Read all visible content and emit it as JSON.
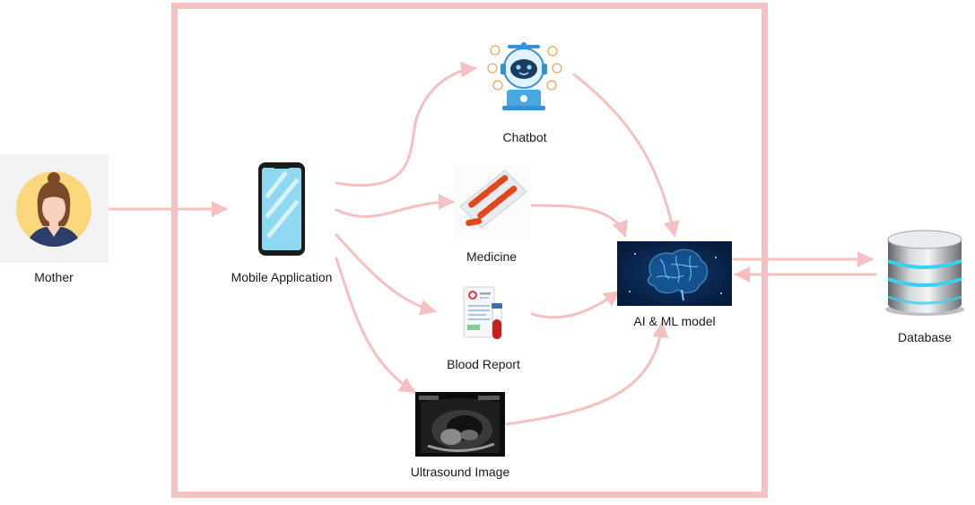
{
  "diagram": {
    "nodes": {
      "mother": {
        "label": "Mother"
      },
      "mobile_app": {
        "label": "Mobile Application"
      },
      "chatbot": {
        "label": "Chatbot"
      },
      "medicine": {
        "label": "Medicine"
      },
      "blood_report": {
        "label": "Blood Report"
      },
      "ultrasound": {
        "label": "Ultrasound Image"
      },
      "ai_model": {
        "label": "AI & ML model"
      },
      "database": {
        "label": "Database"
      }
    },
    "edges": [
      {
        "from": "mother",
        "to": "mobile_app"
      },
      {
        "from": "mobile_app",
        "to": "chatbot"
      },
      {
        "from": "mobile_app",
        "to": "medicine"
      },
      {
        "from": "mobile_app",
        "to": "blood_report"
      },
      {
        "from": "mobile_app",
        "to": "ultrasound"
      },
      {
        "from": "chatbot",
        "to": "ai_model"
      },
      {
        "from": "medicine",
        "to": "ai_model"
      },
      {
        "from": "blood_report",
        "to": "ai_model"
      },
      {
        "from": "ultrasound",
        "to": "ai_model"
      },
      {
        "from": "ai_model",
        "to": "database"
      },
      {
        "from": "database",
        "to": "ai_model"
      }
    ],
    "colors": {
      "arrow": "#f4c0c0",
      "frame": "#f4c2c2",
      "phone_screen": "#8fd8f2",
      "mother_circle": "#fbd77c",
      "ai_background": "#071a3a",
      "database_accent": "#3ad0f0"
    },
    "icons": {
      "mother": "woman-avatar-icon",
      "mobile_app": "smartphone-icon",
      "chatbot": "robot-icon",
      "medicine": "pill-blister-icon",
      "blood_report": "blood-test-report-icon",
      "ultrasound": "ultrasound-scan-icon",
      "ai_model": "brain-circuit-icon",
      "database": "database-cylinder-icon"
    }
  }
}
